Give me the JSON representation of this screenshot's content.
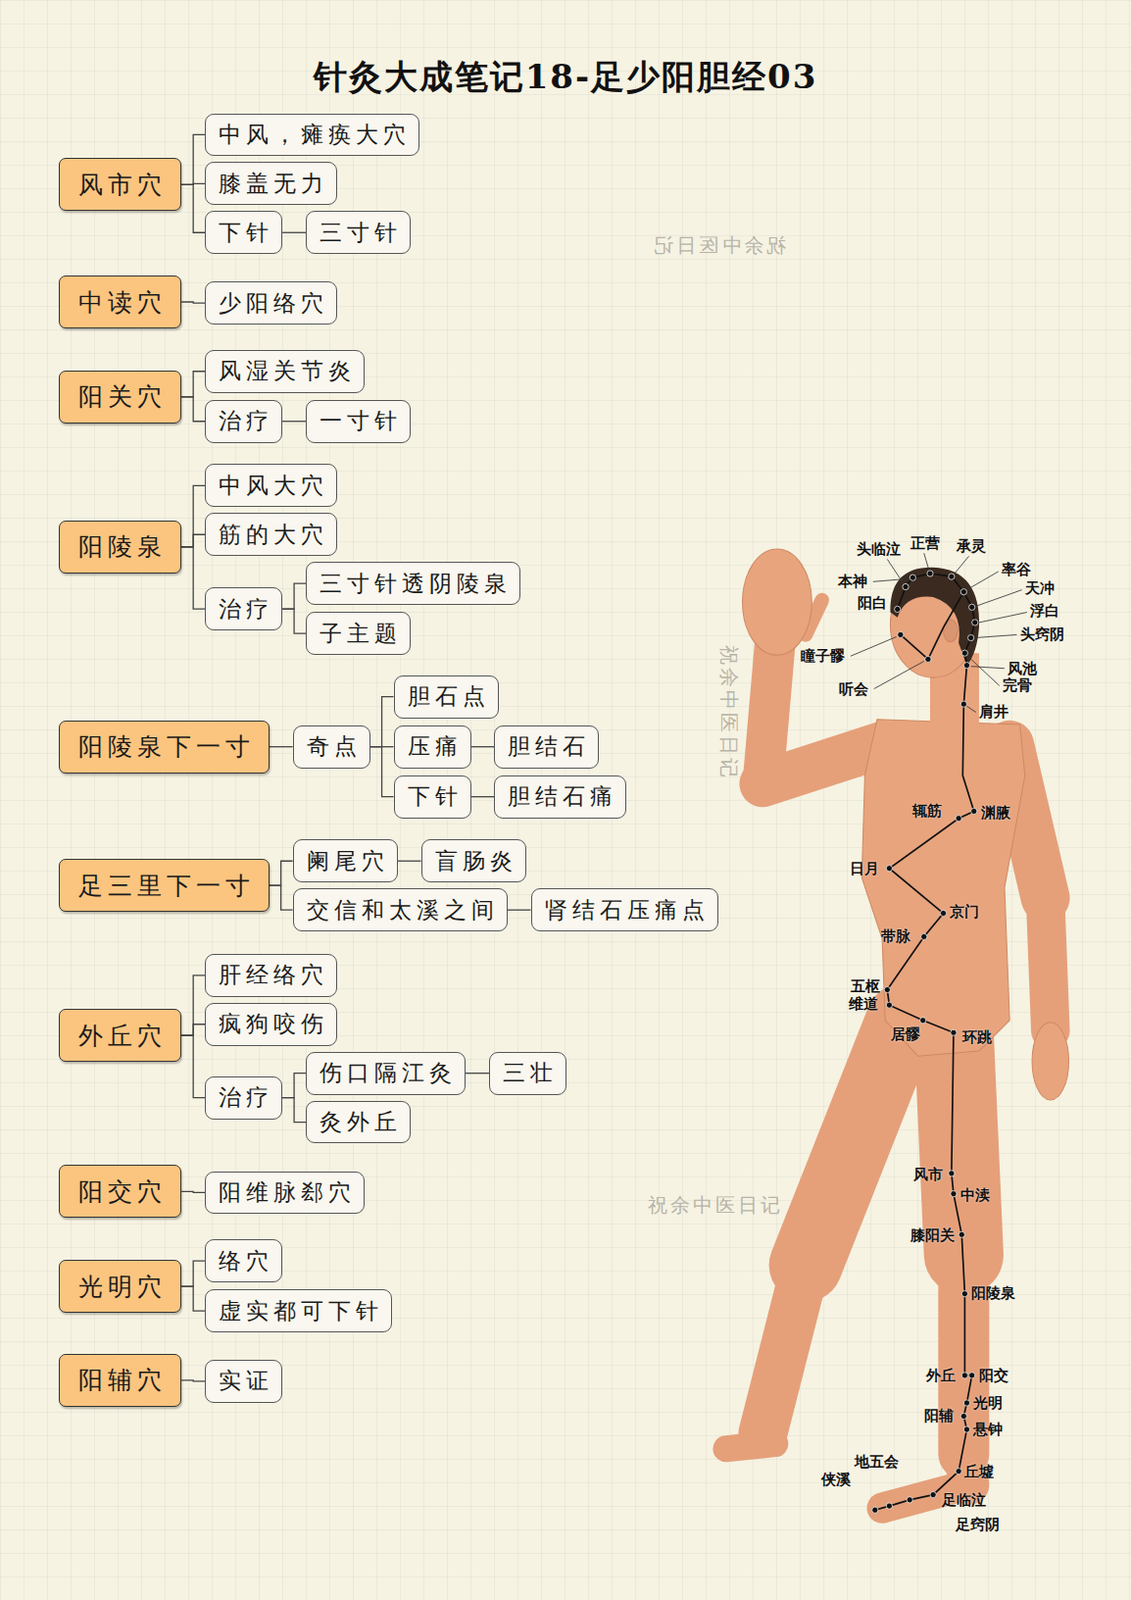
{
  "diagram": {
    "title": "针灸大成笔记18-足少阳胆经03",
    "nodes": [
      {
        "text": [
          "风市穴"
        ]
      },
      {
        "text": [
          "中风，瘫痪大穴"
        ]
      },
      {
        "text": [
          "膝盖无力"
        ]
      },
      {
        "text": [
          "下针"
        ]
      },
      {
        "text": [
          "三寸针"
        ]
      },
      {
        "text": [
          "中读穴"
        ]
      },
      {
        "text": [
          "少阳络穴"
        ]
      },
      {
        "text": [
          "阳关穴"
        ]
      },
      {
        "text": [
          "风湿关节炎"
        ]
      },
      {
        "text": [
          "治疗"
        ]
      },
      {
        "text": [
          "一寸针"
        ]
      },
      {
        "text": [
          "阳陵泉"
        ]
      },
      {
        "text": [
          "中风大穴"
        ]
      },
      {
        "text": [
          "筋的大穴"
        ]
      },
      {
        "text": [
          "治疗"
        ]
      },
      {
        "text": [
          "三寸针透阴陵泉"
        ]
      },
      {
        "text": [
          "子主题"
        ]
      },
      {
        "text": [
          "阳陵泉下一寸"
        ]
      },
      {
        "text": [
          "奇点"
        ]
      },
      {
        "text": [
          "胆石点"
        ]
      },
      {
        "text": [
          "压痛"
        ]
      },
      {
        "text": [
          "胆结石"
        ]
      },
      {
        "text": [
          "下针"
        ]
      },
      {
        "text": [
          "胆结石痛"
        ]
      },
      {
        "text": [
          "足三里下一寸"
        ]
      },
      {
        "text": [
          "阑尾穴"
        ]
      },
      {
        "text": [
          "盲肠炎"
        ]
      },
      {
        "text": [
          "交信和太溪之间"
        ]
      },
      {
        "text": [
          "肾结石压痛点"
        ]
      },
      {
        "text": [
          "外丘穴"
        ]
      },
      {
        "text": [
          "肝经络穴"
        ]
      },
      {
        "text": [
          "疯狗咬伤"
        ]
      },
      {
        "text": [
          "治疗"
        ]
      },
      {
        "text": [
          "伤口隔江灸"
        ]
      },
      {
        "text": [
          "三壮"
        ]
      },
      {
        "text": [
          "灸外丘"
        ]
      },
      {
        "text": [
          "阳交穴"
        ]
      },
      {
        "text": [
          "阳维脉郄穴"
        ]
      },
      {
        "text": [
          "光明穴"
        ]
      },
      {
        "text": [
          "络穴"
        ]
      },
      {
        "text": [
          "虚实都可下针"
        ]
      },
      {
        "text": [
          "阳辅穴"
        ]
      },
      {
        "text": [
          "实证"
        ]
      }
    ],
    "edges": [
      {
        "from": 0,
        "to": 1,
        "arrow": "none"
      },
      {
        "from": 0,
        "to": 2,
        "arrow": "none"
      },
      {
        "from": 0,
        "to": 3,
        "arrow": "none"
      },
      {
        "from": 3,
        "to": 4,
        "arrow": "none"
      },
      {
        "from": 5,
        "to": 6,
        "arrow": "none"
      },
      {
        "from": 7,
        "to": 8,
        "arrow": "none"
      },
      {
        "from": 7,
        "to": 9,
        "arrow": "none"
      },
      {
        "from": 9,
        "to": 10,
        "arrow": "none"
      },
      {
        "from": 11,
        "to": 12,
        "arrow": "none"
      },
      {
        "from": 11,
        "to": 13,
        "arrow": "none"
      },
      {
        "from": 11,
        "to": 14,
        "arrow": "none"
      },
      {
        "from": 14,
        "to": 15,
        "arrow": "none"
      },
      {
        "from": 14,
        "to": 16,
        "arrow": "none"
      },
      {
        "from": 17,
        "to": 18,
        "arrow": "none"
      },
      {
        "from": 18,
        "to": 19,
        "arrow": "none"
      },
      {
        "from": 18,
        "to": 20,
        "arrow": "none"
      },
      {
        "from": 20,
        "to": 21,
        "arrow": "none"
      },
      {
        "from": 18,
        "to": 22,
        "arrow": "none"
      },
      {
        "from": 22,
        "to": 23,
        "arrow": "none"
      },
      {
        "from": 24,
        "to": 25,
        "arrow": "none"
      },
      {
        "from": 25,
        "to": 26,
        "arrow": "none"
      },
      {
        "from": 24,
        "to": 27,
        "arrow": "none"
      },
      {
        "from": 27,
        "to": 28,
        "arrow": "none"
      },
      {
        "from": 29,
        "to": 30,
        "arrow": "none"
      },
      {
        "from": 29,
        "to": 31,
        "arrow": "none"
      },
      {
        "from": 29,
        "to": 32,
        "arrow": "none"
      },
      {
        "from": 32,
        "to": 33,
        "arrow": "none"
      },
      {
        "from": 33,
        "to": 34,
        "arrow": "none"
      },
      {
        "from": 32,
        "to": 35,
        "arrow": "none"
      },
      {
        "from": 36,
        "to": 37,
        "arrow": "none"
      },
      {
        "from": 38,
        "to": 39,
        "arrow": "none"
      },
      {
        "from": 38,
        "to": 40,
        "arrow": "none"
      },
      {
        "from": 41,
        "to": 42,
        "arrow": "none"
      }
    ],
    "labels": [
      "头临泣",
      "正营",
      "承灵",
      "本神",
      "阳白",
      "率谷",
      "天冲",
      "浮白",
      "头窍阴",
      "瞳子髎",
      "听会",
      "风池",
      "完骨",
      "肩井",
      "辄筋",
      "渊腋",
      "日月",
      "京门",
      "带脉",
      "五枢",
      "维道",
      "居髎",
      "环跳",
      "风市",
      "中渎",
      "膝阳关",
      "阳陵泉",
      "外丘",
      "阳交",
      "光明",
      "阳辅",
      "悬钟",
      "地五会",
      "侠溪",
      "丘墟",
      "足临泣",
      "足窍阴",
      "祝余中医日记",
      "祝余中医日记",
      "祝余中医日记"
    ]
  }
}
